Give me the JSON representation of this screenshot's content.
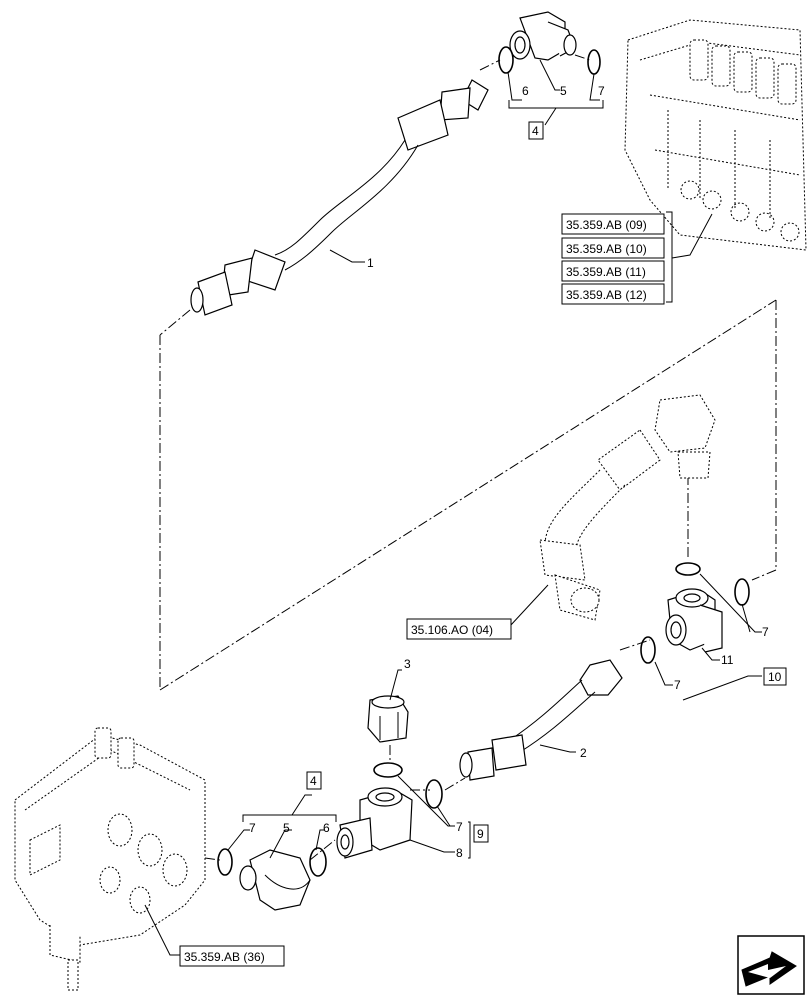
{
  "callouts": {
    "c1": "1",
    "c2": "2",
    "c3": "3",
    "c4a": "4",
    "c4b": "4",
    "c5a": "5",
    "c5b": "5",
    "c6a": "6",
    "c6b": "6",
    "c7a": "7",
    "c7b": "7",
    "c7c": "7",
    "c7d": "7",
    "c7e": "7",
    "c8": "8",
    "c9": "9",
    "c10": "10",
    "c11": "11"
  },
  "references": {
    "r09": "35.359.AB (09)",
    "r10": "35.359.AB (10)",
    "r11": "35.359.AB (11)",
    "r12": "35.359.AB (12)",
    "r04": "35.106.AO (04)",
    "r36": "35.359.AB (36)"
  },
  "nav_icon": "next-page-arrow-icon"
}
